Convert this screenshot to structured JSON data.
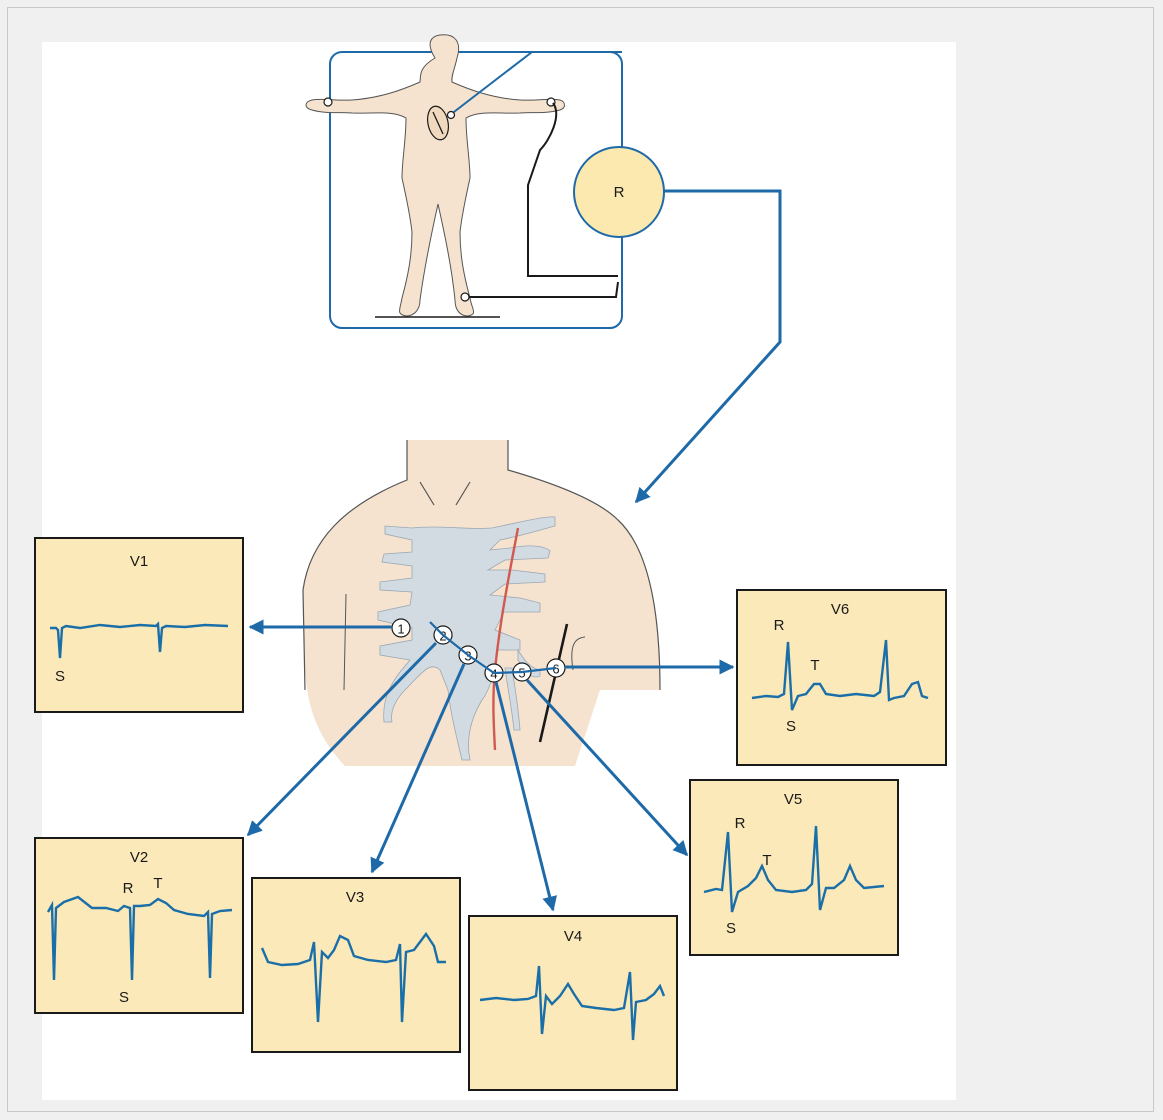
{
  "diagram": {
    "recorder_label": "R",
    "electrode_numbers": [
      "1",
      "2",
      "3",
      "4",
      "5",
      "6"
    ],
    "leads": [
      {
        "name": "V1",
        "wave_labels": [
          "S"
        ]
      },
      {
        "name": "V2",
        "wave_labels": [
          "R",
          "T",
          "S"
        ]
      },
      {
        "name": "V3",
        "wave_labels": []
      },
      {
        "name": "V4",
        "wave_labels": []
      },
      {
        "name": "V5",
        "wave_labels": [
          "R",
          "T",
          "S"
        ]
      },
      {
        "name": "V6",
        "wave_labels": [
          "R",
          "T",
          "S"
        ]
      }
    ]
  },
  "colors": {
    "wire_blue": "#1e6aa8",
    "wire_black": "#1a1a1a",
    "skin": "#f5e3cf",
    "heart_fill": "#f0d9bf",
    "recorder_fill": "#fbe9b0",
    "box_fill": "#fbe9b9",
    "ribcage": "#d3dbe2",
    "midclavicular_line": "#d05a50",
    "trace_blue": "#1a6fa8"
  }
}
